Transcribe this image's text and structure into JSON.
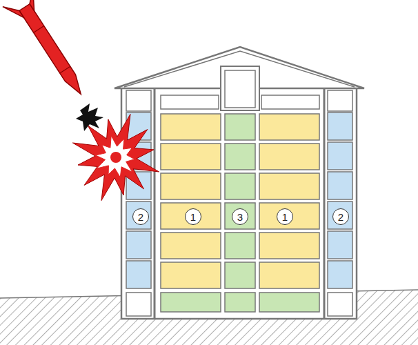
{
  "diagram": {
    "nodes": [
      {
        "text": [
          "2"
        ]
      },
      {
        "text": [
          "1"
        ]
      },
      {
        "text": [
          "3"
        ]
      },
      {
        "text": [
          "1"
        ]
      },
      {
        "text": [
          "2"
        ]
      }
    ]
  }
}
